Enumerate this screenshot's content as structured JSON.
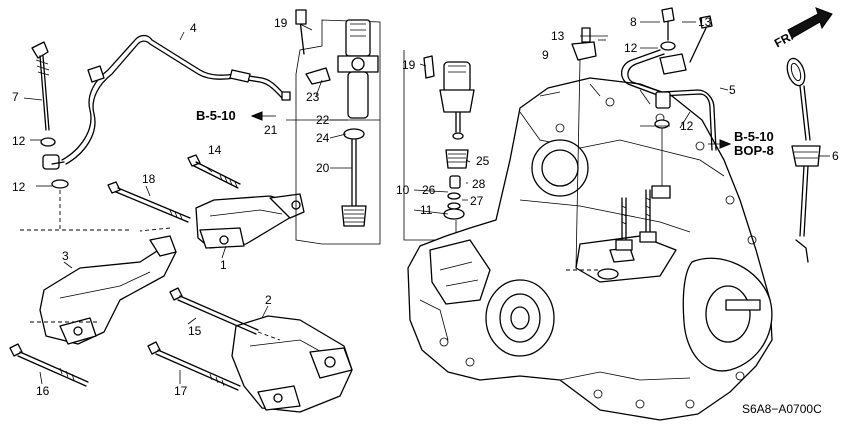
{
  "callouts": [
    "1",
    "2",
    "3",
    "4",
    "5",
    "6",
    "7",
    "8",
    "9",
    "10",
    "11",
    "12",
    "12",
    "12",
    "12",
    "13",
    "13",
    "14",
    "15",
    "16",
    "17",
    "18",
    "19",
    "19",
    "20",
    "21",
    "22",
    "23",
    "24",
    "25",
    "26",
    "27",
    "28"
  ],
  "refs": {
    "left": "B-5-10",
    "right_1": "B-5-10",
    "right_2": "BOP-8"
  },
  "direction": {
    "label": "FR."
  },
  "diagram_code": "S6A8−A0700C"
}
